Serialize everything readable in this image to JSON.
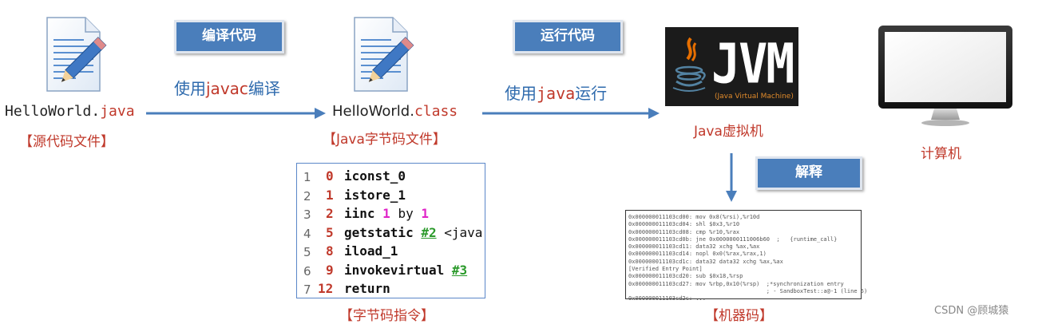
{
  "source": {
    "file_base": "HelloWorld.",
    "file_ext": "java",
    "caption": "【源代码文件】"
  },
  "step_compile": {
    "box_label": "编译代码",
    "caption_pre": "使用",
    "caption_kw": "javac",
    "caption_post": "编译"
  },
  "bytecode": {
    "file_base": "HelloWorld.",
    "file_ext": "class",
    "caption": "【Java字节码文件】"
  },
  "step_run": {
    "box_label": "运行代码",
    "caption_pre": "使用",
    "caption_kw": "java",
    "caption_post": "运行"
  },
  "jvm": {
    "logo_text": "JVM",
    "logo_sub": "(Java Virtual Machine)",
    "caption": "Java虚拟机"
  },
  "computer": {
    "caption": "计算机"
  },
  "interpret": {
    "box_label": "解释"
  },
  "instructions": {
    "caption": "【字节码指令】",
    "lines": [
      {
        "ln": "1",
        "idx": "0",
        "op": "iconst_0",
        "rest": ""
      },
      {
        "ln": "2",
        "idx": "1",
        "op": "istore_1",
        "rest": ""
      },
      {
        "ln": "3",
        "idx": "2",
        "op": "iinc ",
        "a": "1",
        "mid": " by ",
        "b": "1"
      },
      {
        "ln": "4",
        "idx": "5",
        "op": "getstatic ",
        "ref": "#2",
        "tail": " <java"
      },
      {
        "ln": "5",
        "idx": "8",
        "op": "iload_1",
        "rest": ""
      },
      {
        "ln": "6",
        "idx": "9",
        "op": "invokevirtual ",
        "ref": "#3"
      },
      {
        "ln": "7",
        "idx": "12",
        "op": "return",
        "rest": ""
      }
    ]
  },
  "machine_code": {
    "caption": "【机器码】",
    "lines": [
      "0x000000011103cd00: mov 0x8(%rsi),%r10d",
      "0x000000011103cd04: shl $0x3,%r10",
      "0x000000011103cd08: cmp %r10,%rax",
      "0x000000011103cd0b: jne 0x0000000111006b60  ;   {runtime_call}",
      "0x000000011103cd11: data32 xchg %ax,%ax",
      "0x000000011103cd14: nopl 0x0(%rax,%rax,1)",
      "0x000000011103cd1c: data32 data32 xchg %ax,%ax",
      "[Verified Entry Point]",
      "0x000000011103cd20: sub $0x18,%rsp",
      "0x000000011103cd27: mov %rbp,0x10(%rsp)  ;*synchronization entry",
      "                                         ; - SandboxTest::a@-1 (line 5)",
      "0x000000011103cd2c: ..."
    ]
  },
  "watermark": "CSDN @顾城猿",
  "colors": {
    "arrow": "#4a7ebb",
    "step_box": "#4a7ebb",
    "caption_red": "#c0392b",
    "arrow_caption": "#2e6aad"
  }
}
